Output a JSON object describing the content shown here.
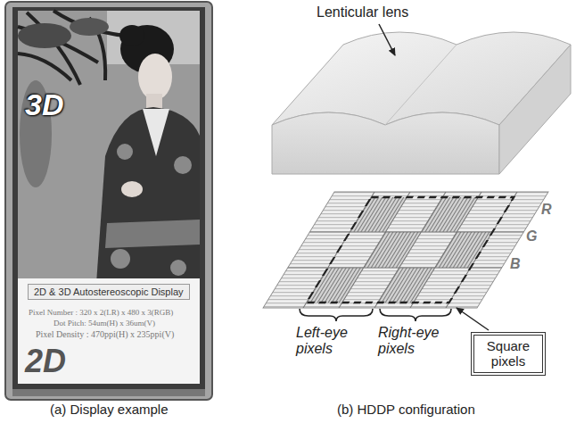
{
  "diagram": {
    "nodes": [
      {
        "text": [
          "2D & 3D Autostereoscopic Display"
        ]
      },
      {
        "text": [
          "Square pixels"
        ]
      }
    ],
    "labels": [
      "3D",
      "2D",
      "Pixel Number : 320 x 2(LR) x 480 x 3(RGB)",
      "Dot Pitch: 54um(H) x 36um(V)",
      "Pixel Density : 470ppi(H) x 235ppi(V)",
      "Lenticular lens",
      "R",
      "G",
      "B",
      "Left-eye pixels",
      "Right-eye pixels",
      "(a) Display example",
      "(b) HDDP configuration"
    ]
  }
}
